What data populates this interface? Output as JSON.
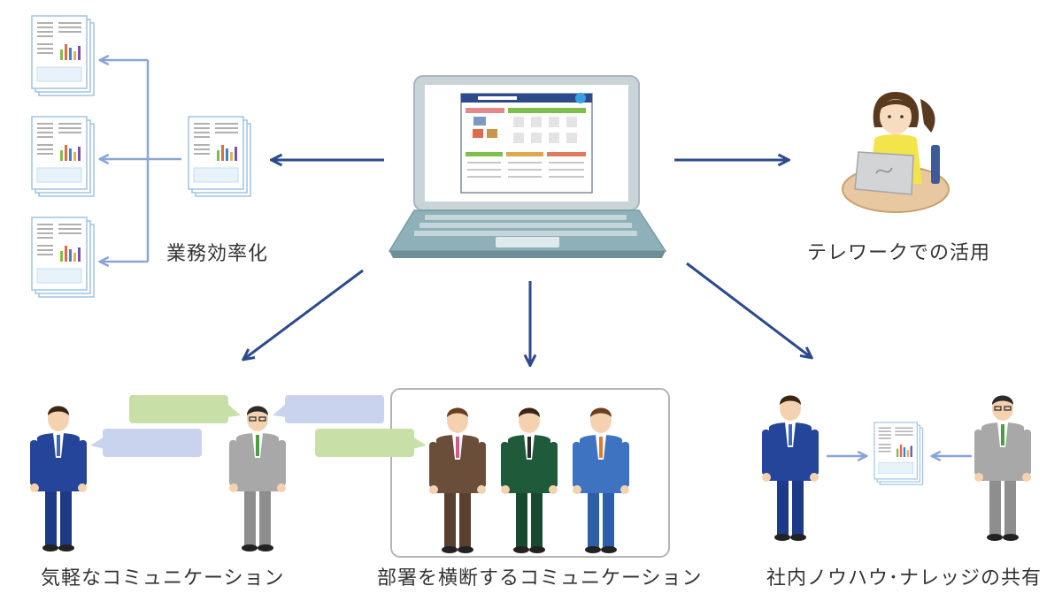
{
  "labels": {
    "efficiency": "業務効率化",
    "telework": "テレワークでの活用",
    "casual_comm": "気軽なコミュニケーション",
    "cross_dept_comm": "部署を横断するコミュニケーション",
    "knowhow_share": "社内ノウハウ･ナレッジの共有"
  },
  "colors": {
    "arrow_dark": "#2c4a8c",
    "arrow_light": "#8aa4d6",
    "bubble_green": "#c8e0a8",
    "bubble_blue": "#c9d3ee",
    "suit_navy": "#24459a",
    "suit_gray": "#a8a8a8",
    "suit_brown": "#6a4e3a",
    "suit_green": "#1f5a3a",
    "suit_blue": "#3d73c0",
    "laptop_body": "#8eb0b8",
    "desk": "#e8c8a0",
    "shirt_yellow": "#f2e44a"
  }
}
